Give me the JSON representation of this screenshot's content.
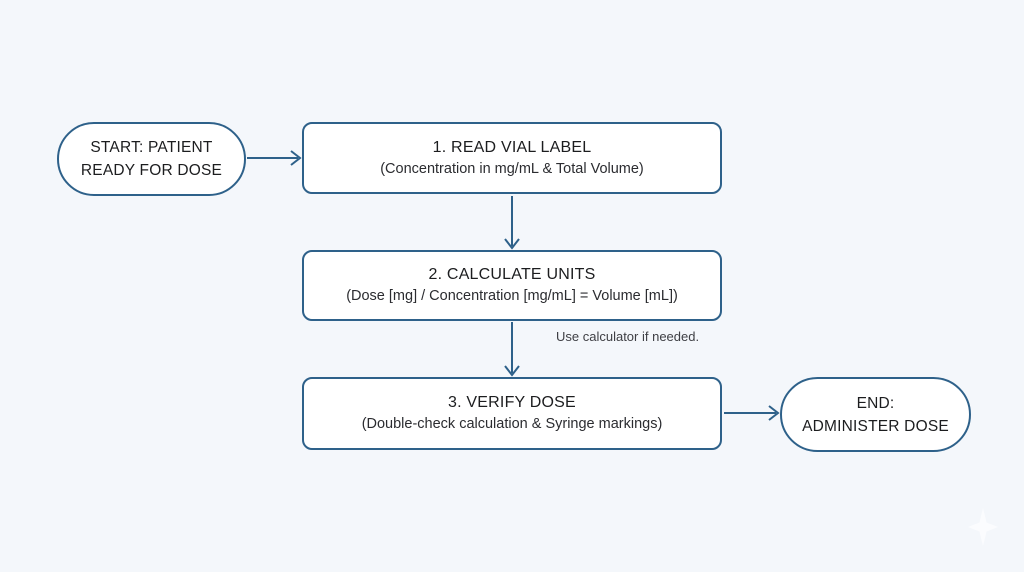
{
  "colors": {
    "background": "#f4f7fb",
    "node_fill": "#ffffff",
    "stroke": "#2e618a",
    "title_text": "#1c1d1f",
    "subtitle_text": "#2b2c30",
    "note_text": "#3e3f44",
    "watermark": "#fdfeff"
  },
  "flowchart": {
    "start": {
      "line1": "START: PATIENT",
      "line2": "READY FOR DOSE"
    },
    "steps": [
      {
        "title": "1. READ VIAL LABEL",
        "subtitle": "(Concentration in mg/mL & Total Volume)"
      },
      {
        "title": "2. CALCULATE UNITS",
        "subtitle": "(Dose [mg] / Concentration [mg/mL] = Volume [mL])"
      },
      {
        "title": "3. VERIFY DOSE",
        "subtitle": "(Double-check calculation & Syringe markings)"
      }
    ],
    "note": "Use calculator if needed.",
    "end": {
      "line1": "END:",
      "line2": "ADMINISTER DOSE"
    }
  },
  "icons": {
    "watermark": "sparkle-icon"
  }
}
